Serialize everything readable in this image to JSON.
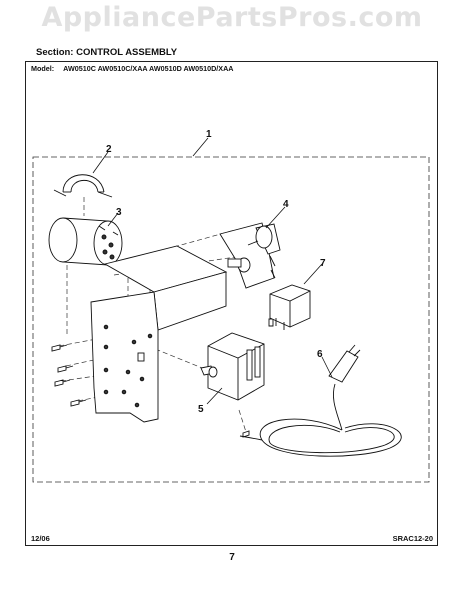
{
  "watermark": "AppliancePartsPros.com",
  "section_title": "Section:  CONTROL ASSEMBLY",
  "model_label": "Model:",
  "model_numbers": "AW0510C AW0510C/XAA AW0510D AW0510D/XAA",
  "callouts": [
    "1",
    "2",
    "3",
    "4",
    "5",
    "6",
    "7"
  ],
  "footer_date": "12/06",
  "footer_code": "SRAC12-20",
  "page_number": "7"
}
